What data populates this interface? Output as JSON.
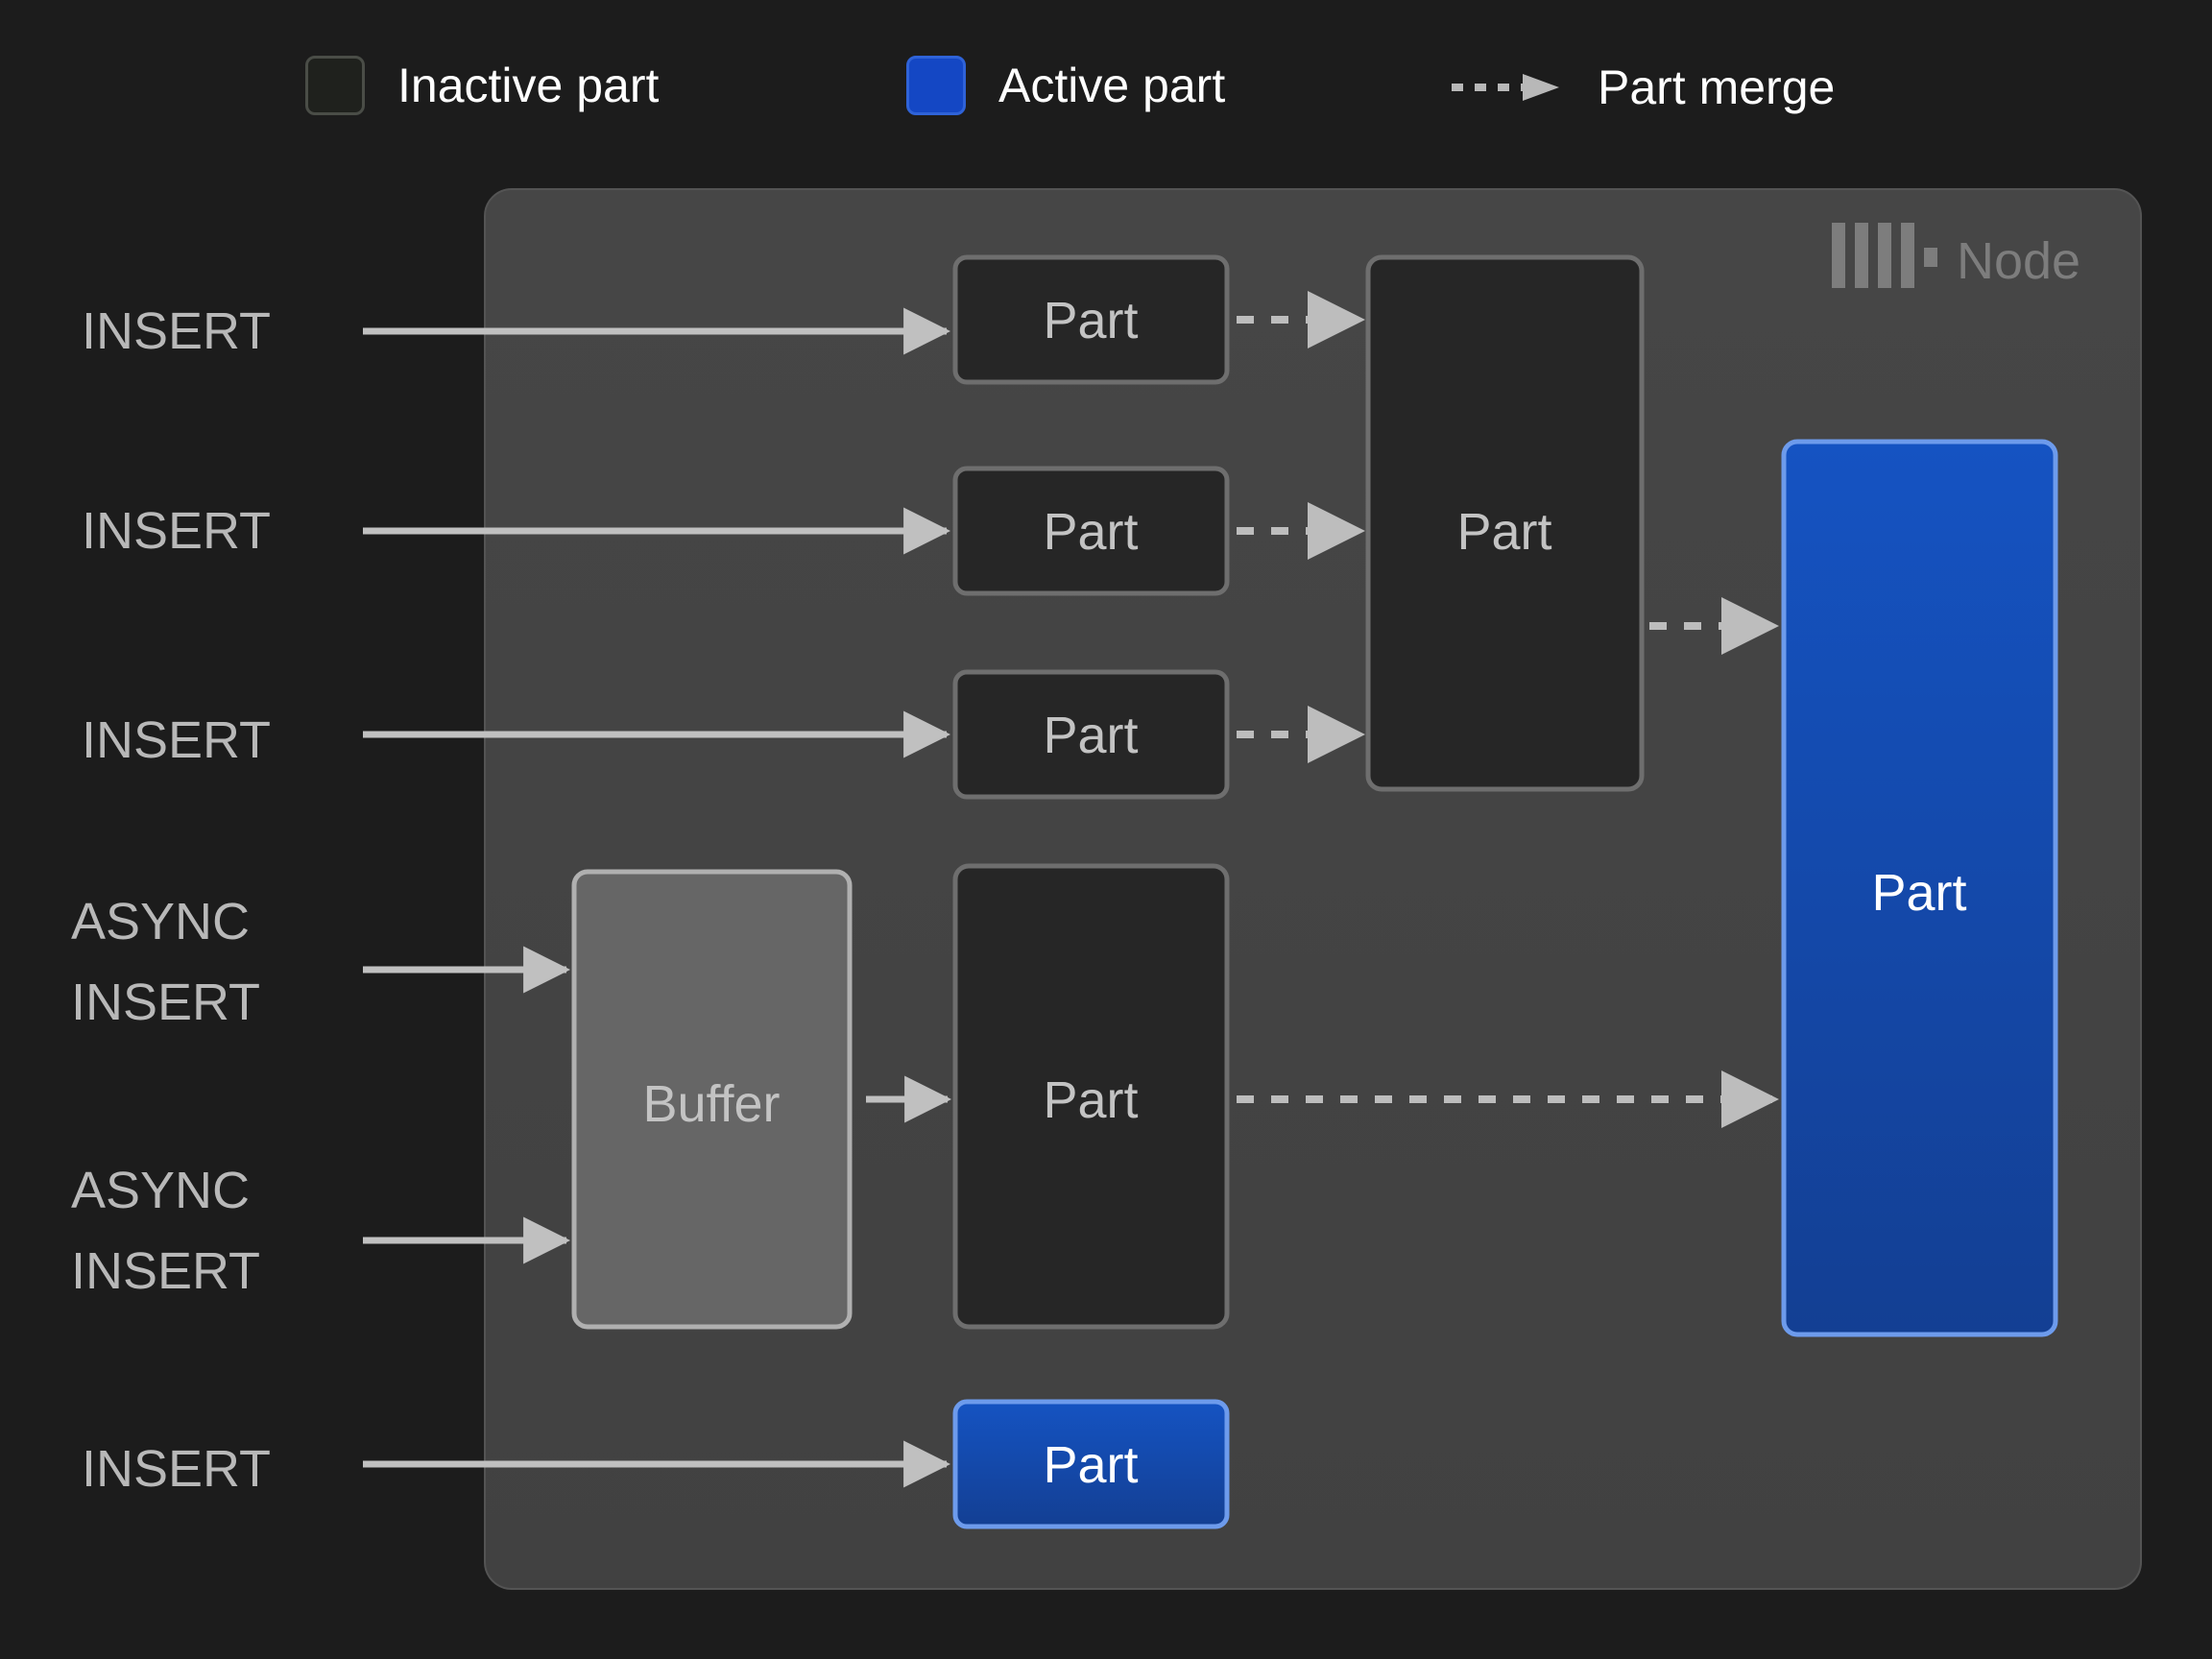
{
  "legend": {
    "items": [
      {
        "id": "inactive",
        "label": "Inactive part",
        "icon": "square-outline-icon",
        "color": "#1f211d"
      },
      {
        "id": "active",
        "label": "Active part",
        "icon": "square-filled-icon",
        "color": "#1447c4"
      },
      {
        "id": "merge",
        "label": "Part merge",
        "icon": "dashed-arrow-icon",
        "color": "#b8b8b8"
      }
    ]
  },
  "node": {
    "label": "Node",
    "logo": "clickhouse-logo-icon",
    "panel_color": "#434343"
  },
  "sources": [
    {
      "id": "insert-1",
      "lines": [
        "INSERT"
      ]
    },
    {
      "id": "insert-2",
      "lines": [
        "INSERT"
      ]
    },
    {
      "id": "insert-3",
      "lines": [
        "INSERT"
      ]
    },
    {
      "id": "async-insert-1",
      "lines": [
        "ASYNC",
        "INSERT"
      ]
    },
    {
      "id": "async-insert-2",
      "lines": [
        "ASYNC",
        "INSERT"
      ]
    },
    {
      "id": "insert-4",
      "lines": [
        "INSERT"
      ]
    }
  ],
  "boxes": [
    {
      "id": "part-1",
      "label": "Part",
      "state": "inactive"
    },
    {
      "id": "part-2",
      "label": "Part",
      "state": "inactive"
    },
    {
      "id": "part-3",
      "label": "Part",
      "state": "inactive"
    },
    {
      "id": "part-merged",
      "label": "Part",
      "state": "inactive"
    },
    {
      "id": "buffer",
      "label": "Buffer",
      "state": "buffer"
    },
    {
      "id": "part-from-buffer",
      "label": "Part",
      "state": "inactive"
    },
    {
      "id": "part-active-large",
      "label": "Part",
      "state": "active"
    },
    {
      "id": "part-active-small",
      "label": "Part",
      "state": "active"
    }
  ],
  "colors": {
    "background": "#1c1c1c",
    "node_panel": "#434343",
    "inactive_fill": "#262626",
    "inactive_border": "#6e6e6e",
    "buffer_fill": "#666666",
    "buffer_border": "#b0b0b0",
    "active_fill": "#1450b8",
    "active_border": "#6d9bec",
    "arrow": "#b8b8b8",
    "text_light": "#c3c3c3",
    "text_white": "#ffffff",
    "node_label": "#7d7d7d"
  }
}
